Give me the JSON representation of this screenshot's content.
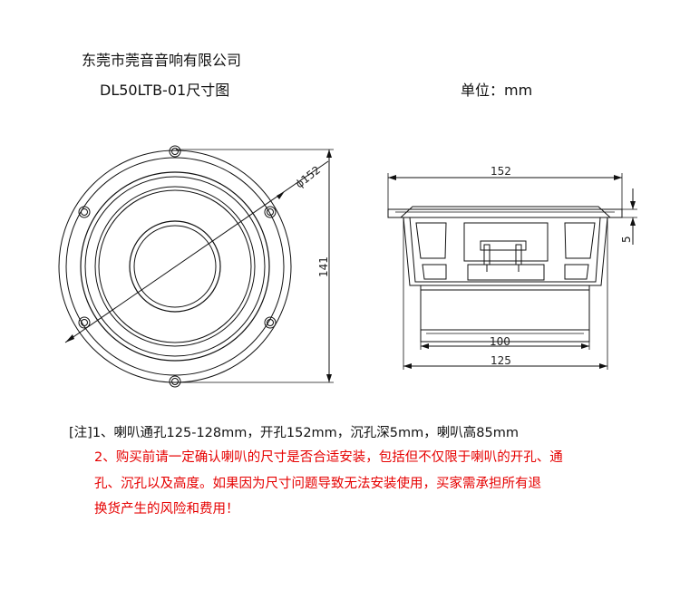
{
  "header": {
    "company": "东莞市莞音音响有限公司",
    "drawing_title": "DL50LTB-01尺寸图",
    "unit": "单位：mm"
  },
  "front_view": {
    "dia_label": "ϕ152",
    "height_label": "141"
  },
  "side_view": {
    "width_label": "152",
    "depth_label": "5",
    "magnet_label": "100",
    "frame_label": "125"
  },
  "notes": {
    "line1": "[注]1、喇叭通孔125-128mm，开孔152mm，沉孔深5mm，喇叭高85mm",
    "line2a": "2、购买前请一定确认喇叭的尺寸是否合适安装，包括但不仅限于喇叭的开孔、通",
    "line2b": "孔、沉孔以及高度。如果因为尺寸问题导致无法安装使用，买家需承担所有退",
    "line2c": "换货产生的风险和费用！"
  },
  "colors": {
    "line": "#111111",
    "warning": "#e60000"
  }
}
